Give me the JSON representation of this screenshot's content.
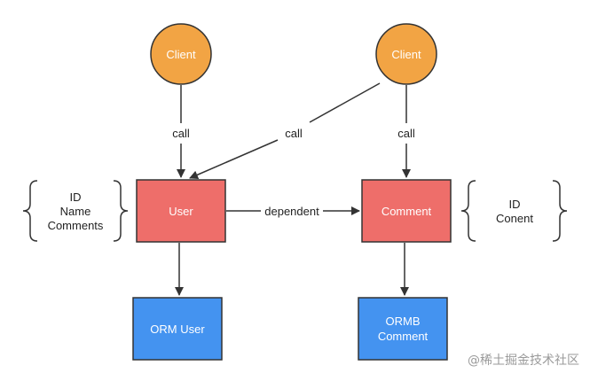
{
  "nodes": {
    "client_left": {
      "label": "Client"
    },
    "client_right": {
      "label": "Client"
    },
    "user": {
      "label": "User"
    },
    "comment": {
      "label": "Comment"
    },
    "orm_user": {
      "label": "ORM User"
    },
    "ormb_comment": {
      "lines": [
        "ORMB",
        "Comment"
      ]
    }
  },
  "edges": {
    "call_left": "call",
    "call_diagonal": "call",
    "call_right": "call",
    "dependent": "dependent"
  },
  "user_fields": [
    "ID",
    "Name",
    "Comments"
  ],
  "comment_fields": [
    "ID",
    "Conent"
  ],
  "colors": {
    "client_fill": "#f2a444",
    "entity_fill": "#ee6e6a",
    "orm_fill": "#4493f0",
    "stroke": "#333333"
  },
  "watermark": "@稀土掘金技术社区"
}
